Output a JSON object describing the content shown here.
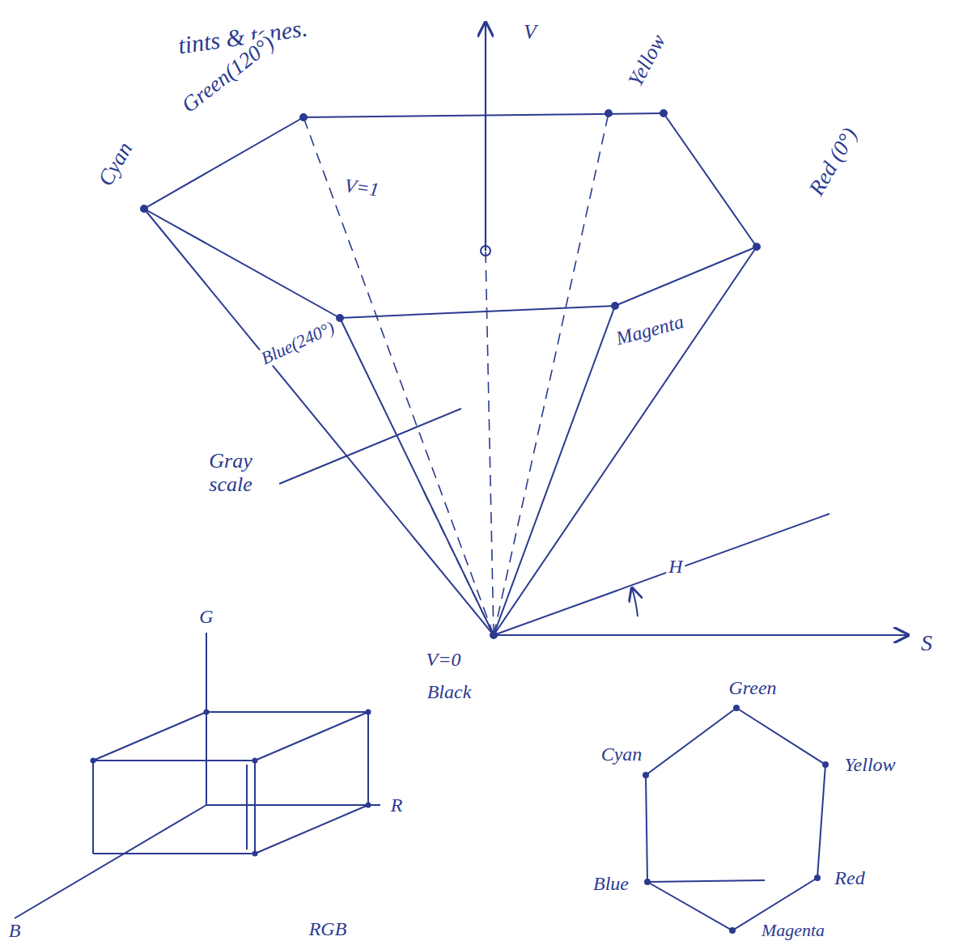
{
  "diagram": {
    "labels": [
      "tints & tones.",
      "V",
      "Green(120°)",
      "Cyan",
      "Yellow",
      "Red (0°)",
      "V=1",
      "Blue(240°)",
      "Magenta",
      "Gray scale",
      "H",
      "S",
      "V=0",
      "Black",
      "G",
      "R",
      "B",
      "RGB",
      "Green",
      "Cyan",
      "Yellow",
      "Blue",
      "Red",
      "Magenta"
    ]
  }
}
